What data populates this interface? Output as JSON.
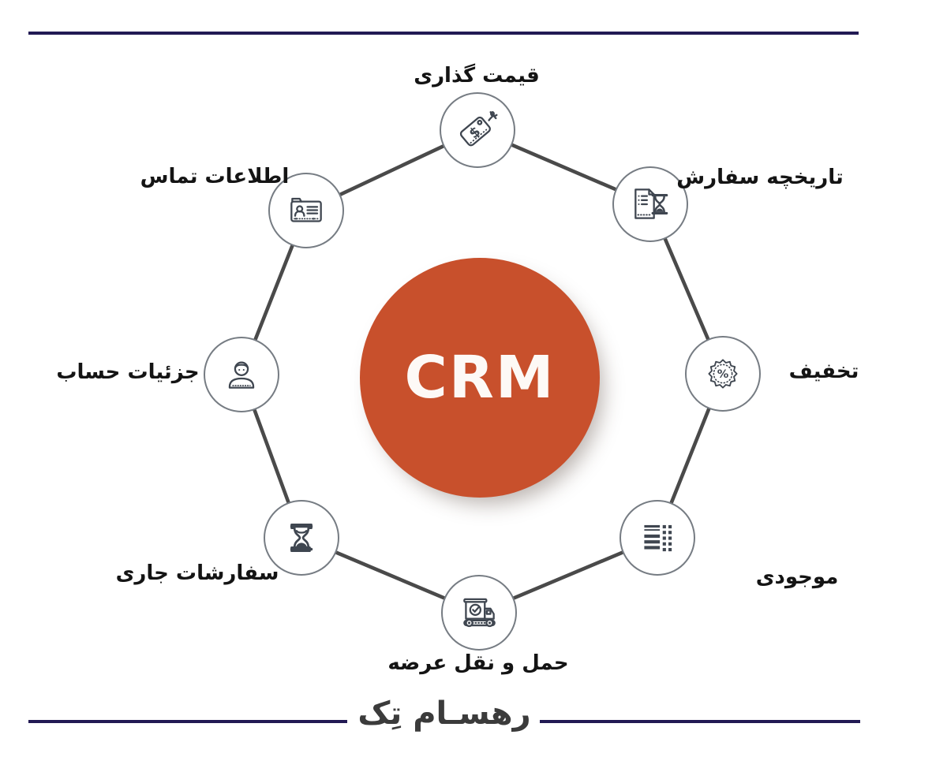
{
  "diagram": {
    "title": "CRM feature wheel infographic",
    "center": {
      "label": "CRM"
    },
    "nodes": [
      {
        "id": "pricing",
        "label": "قیمت گذاری",
        "icon": "price-tag-icon"
      },
      {
        "id": "order-history",
        "label": "تاریخچه سفارش",
        "icon": "document-hourglass-icon"
      },
      {
        "id": "discount",
        "label": "تخفیف",
        "icon": "percent-badge-icon"
      },
      {
        "id": "inventory",
        "label": "موجودی",
        "icon": "list-grid-icon"
      },
      {
        "id": "shipping",
        "label": "حمل و نقل عرضه",
        "icon": "delivery-truck-icon"
      },
      {
        "id": "current-orders",
        "label": "سفارشات جاری",
        "icon": "hourglass-icon"
      },
      {
        "id": "account-details",
        "label": "جزئیات حساب",
        "icon": "person-icon"
      },
      {
        "id": "contact-info",
        "label": "اطلاعات تماس",
        "icon": "contact-card-icon"
      }
    ],
    "footer": {
      "logo_text": "رهسـام تِک"
    },
    "colors": {
      "center_circle": "#c8502c",
      "center_text": "#fdf9f6",
      "connector_line": "#4a4a4a",
      "node_border": "#767c83",
      "icon_stroke": "#3f4650",
      "label_text": "#141414",
      "rule_navy": "#221a54",
      "logo_text": "#3b3b3b"
    }
  }
}
